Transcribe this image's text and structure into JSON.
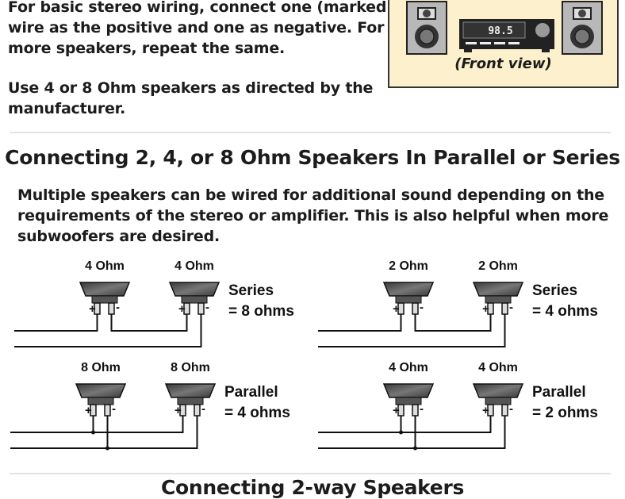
{
  "intro": {
    "lines": [
      "For basic stereo wiring, connect one (marked)",
      "wire as the positive and one as negative. For",
      "more speakers, repeat the same."
    ],
    "note_lines": [
      "Use 4 or 8 Ohm speakers as directed by the",
      "manufacturer."
    ]
  },
  "illustration": {
    "display": "98.5",
    "caption": "(Front view)"
  },
  "section1": {
    "heading": "Connecting 2, 4, or 8 Ohm Speakers In Parallel or Series",
    "lines": [
      "Multiple speakers can be wired for additional sound depending on the",
      "requirements of the stereo or amplifier. This is also helpful when more",
      "subwoofers are desired."
    ]
  },
  "diagrams": [
    {
      "type": "series",
      "speakers": [
        "4 Ohm",
        "4 Ohm"
      ],
      "title": "Series",
      "result": "= 8 ohms"
    },
    {
      "type": "series",
      "speakers": [
        "2 Ohm",
        "2 Ohm"
      ],
      "title": "Series",
      "result": "= 4 ohms"
    },
    {
      "type": "parallel",
      "speakers": [
        "8 Ohm",
        "8 Ohm"
      ],
      "title": "Parallel",
      "result": "= 4 ohms"
    },
    {
      "type": "parallel",
      "speakers": [
        "4 Ohm",
        "4 Ohm"
      ],
      "title": "Parallel",
      "result": "= 2 ohms"
    }
  ],
  "section2": {
    "heading": "Connecting 2-way Speakers"
  }
}
